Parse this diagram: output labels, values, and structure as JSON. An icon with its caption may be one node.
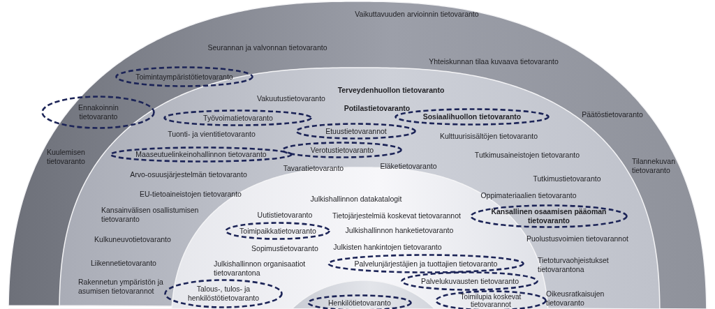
{
  "diagram": {
    "nodes": [
      {
        "text": [
          "Vaikuttavuuden arvioinnin tietovaranto",
          "Seurannan ja valvonnan tietovaranto",
          "Yhteiskunnan tilaa kuvaava tietovaranto",
          "Päätöstietovaranto",
          "Kuulemisen tietovaranto",
          "Tilannekuvan tietovaranto"
        ]
      },
      {
        "text": [
          "Toimintaympäristötietovaranto"
        ],
        "in": 0
      },
      {
        "text": [
          "Ennakoinnin tietovaranto"
        ],
        "in": 0
      },
      {
        "text": [
          "Vakuutustietovaranto",
          "Terveydenhuollon tietovaranto",
          "Potilastietovaranto",
          "Tuonti- ja vientitietovaranto",
          "Kulttuurisisältöjen tietovaranto",
          "Tutkimusaineistojen tietovaranto",
          "Tavaratietovaranto",
          "Eläketietovaranto",
          "Arvo-osuusjärjestelmän tietovaranto",
          "Tutkimustietovaranto",
          "EU-tietoaineistojen tietovaranto",
          "Oppimateriaalien tietovaranto",
          "Kansainvälisen osallistumisen tietovaranto",
          "Kulkuneuvotietovaranto",
          "Puolustusvoimien tietovarannot",
          "Liikennetietovaranto",
          "Tietoturvaohjeistukset tietovarantona",
          "Rakennetun ympäristön ja asumisen tietovarannot",
          "Oikeusratkaisujen tietovaranto"
        ],
        "in": 0
      },
      {
        "text": [
          "Työvoimatietovaranto"
        ],
        "in": 3
      },
      {
        "text": [
          "Sosiaalihuollon tietovaranto"
        ],
        "in": 3
      },
      {
        "text": [
          "Etuustietovarannot"
        ],
        "in": 3
      },
      {
        "text": [
          "Maaseutuelinkeinohallinnon tietovaranto"
        ],
        "in": 3
      },
      {
        "text": [
          "Verotustietovaranto"
        ],
        "in": 3
      },
      {
        "text": [
          "Kansallinen osaamisen pääoman tietovaranto"
        ],
        "in": 3
      },
      {
        "text": [
          "Julkishallinnon datakatalogit",
          "Uutistietovaranto",
          "Tietojärjestelmiä koskevat tietovarannot",
          "Julkishallinnon hanketietovaranto",
          "Sopimustietovaranto",
          "Julkisten hankintojen tietovaranto",
          "Julkishallinnon organisaatiot tietovarantona"
        ],
        "in": 3
      },
      {
        "text": [
          "Toimipaikkatietovaranto"
        ],
        "in": 10
      },
      {
        "text": [
          "Palvelunjärjestäjien ja tuottajien tietovaranto"
        ],
        "in": 10
      },
      {
        "text": [
          "Palvelukuvausten tietovaranto"
        ],
        "in": 10
      },
      {
        "text": [
          "Talous-, tulos- ja henkilöstötietovaranto"
        ],
        "in": 10
      },
      {
        "text": [
          "Toimilupia koskevat tietovarannot"
        ],
        "in": 10
      },
      {
        "text": [],
        "shape": "circle",
        "in": 10
      },
      {
        "text": [
          "Henkilötietovaranto"
        ],
        "in": 16
      }
    ]
  }
}
